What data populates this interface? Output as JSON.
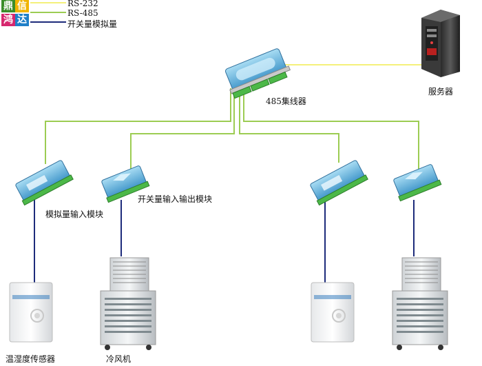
{
  "logo": {
    "chars": [
      "鼎",
      "信",
      "鸿",
      "达"
    ],
    "colors": [
      "#3a8d2a",
      "#f0b400",
      "#d6286e",
      "#1f7fc8"
    ]
  },
  "legend": {
    "items": [
      {
        "label": "RS-232",
        "color": "#f4f07a"
      },
      {
        "label": "RS-485",
        "color": "#9ccc52"
      },
      {
        "label": "开关量模拟量",
        "color": "#1c2a7a"
      }
    ]
  },
  "nodes": {
    "hub": "485集线器",
    "server": "服务器",
    "analog_module": "模拟量输入模块",
    "switch_module": "开关量输入输出模块",
    "sensor": "温湿度传感器",
    "cooler": "冷风机"
  },
  "colors": {
    "rs232": "#f4f07a",
    "rs485": "#9ccc52",
    "signal": "#1c2a7a",
    "module_blue": "#5ab3df",
    "terminal_green": "#4cb848"
  }
}
